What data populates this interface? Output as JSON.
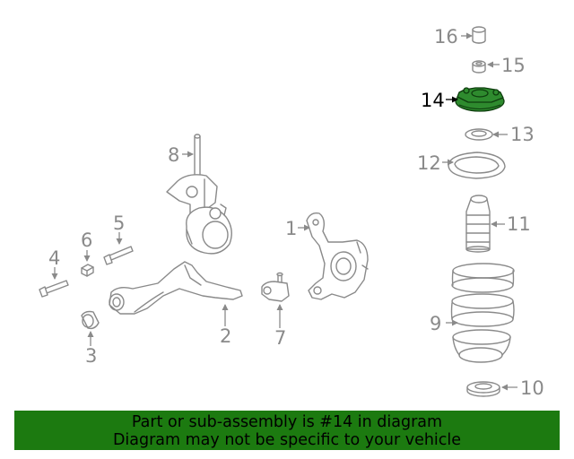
{
  "diagram": {
    "highlight_color": "#1c7a10",
    "highlighted_callout": "14",
    "callouts": [
      {
        "id": "1",
        "text": "1"
      },
      {
        "id": "2",
        "text": "2"
      },
      {
        "id": "3",
        "text": "3"
      },
      {
        "id": "4",
        "text": "4"
      },
      {
        "id": "5",
        "text": "5"
      },
      {
        "id": "6",
        "text": "6"
      },
      {
        "id": "7",
        "text": "7"
      },
      {
        "id": "8",
        "text": "8"
      },
      {
        "id": "9",
        "text": "9"
      },
      {
        "id": "10",
        "text": "10"
      },
      {
        "id": "11",
        "text": "11"
      },
      {
        "id": "12",
        "text": "12"
      },
      {
        "id": "13",
        "text": "13"
      },
      {
        "id": "14",
        "text": "14"
      },
      {
        "id": "15",
        "text": "15"
      },
      {
        "id": "16",
        "text": "16"
      }
    ]
  },
  "banner": {
    "line1": "Part or sub-assembly is #14 in diagram",
    "line2": "Diagram may not be specific to your vehicle",
    "background": "#1c7a10"
  }
}
